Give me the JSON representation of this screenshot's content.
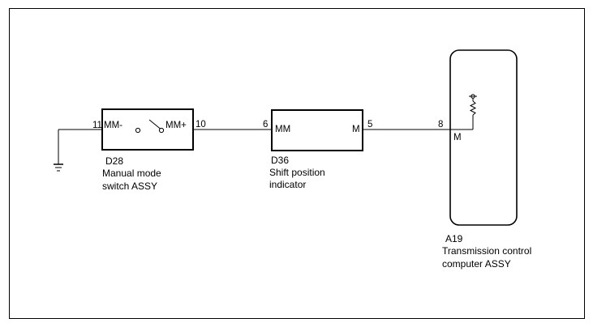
{
  "components": {
    "d28": {
      "code": "D28",
      "name_line1": "Manual mode",
      "name_line2": "switch ASSY",
      "pin_left_number": "11",
      "pin_left_name": "MM-",
      "pin_right_name": "MM+",
      "pin_right_number": "10"
    },
    "d36": {
      "code": "D36",
      "name_line1": "Shift position",
      "name_line2": "indicator",
      "pin_left_number": "6",
      "pin_left_name": "MM",
      "pin_right_name": "M",
      "pin_right_number": "5"
    },
    "a19": {
      "code": "A19",
      "name_line1": "Transmission control",
      "name_line2": "computer ASSY",
      "pin_number": "8",
      "pin_name": "M"
    }
  },
  "symbols": [
    "ground-icon",
    "switch-icon",
    "pullup-resistor-icon"
  ],
  "colors": {
    "line": "#000000",
    "background": "#ffffff"
  }
}
